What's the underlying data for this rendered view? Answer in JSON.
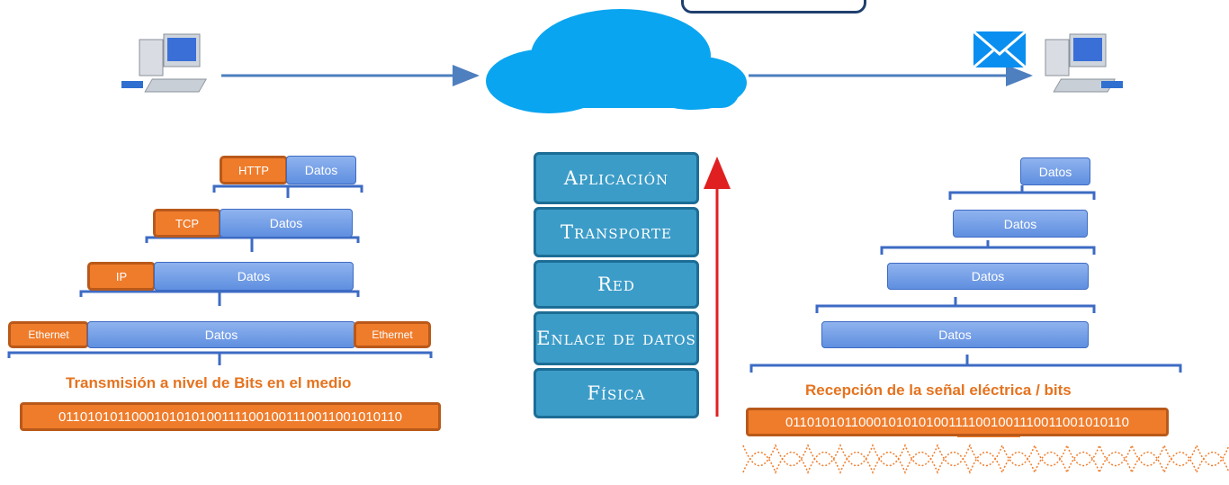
{
  "layers": [
    "Aplicación",
    "Transporte",
    "Red",
    "Enlace de datos",
    "Física"
  ],
  "sender": {
    "http_label": "HTTP",
    "tcp_label": "TCP",
    "ip_label": "IP",
    "ethernet_label": "Ethernet",
    "data_label": "Datos",
    "caption": "Transmisión a nivel de Bits en el medio",
    "bits": "01101010110001010101001111001001110011001010110"
  },
  "receiver": {
    "data_label": "Datos",
    "caption": "Recepción de la señal eléctrica / bits",
    "bits": "01101010110001010101001111001001110011001010110"
  },
  "icons": [
    "computer-icon",
    "cloud-icon",
    "envelope-icon"
  ],
  "colors": {
    "layer_fill": "#3c9cc8",
    "header_orange": "#ef7c2b",
    "data_blue": "#6f9be6",
    "arrow_blue": "#4e7fbf",
    "upward_arrow": "#e02020",
    "cloud": "#0aa5f0"
  }
}
